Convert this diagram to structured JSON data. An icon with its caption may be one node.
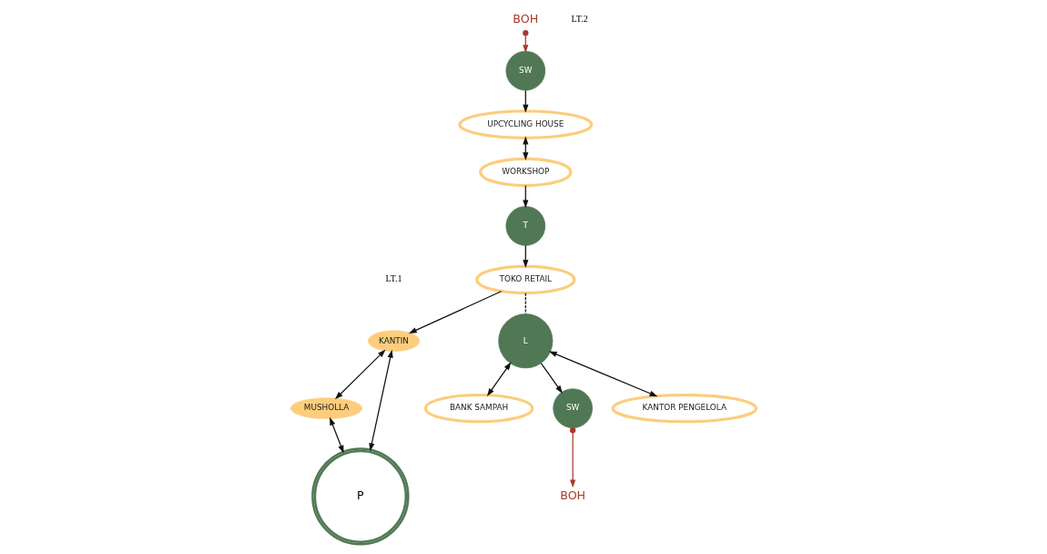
{
  "diagram": {
    "nodes": [
      {
        "text": [
          "KANTIN"
        ]
      },
      {
        "text": [
          "TOKO RETAIL"
        ]
      },
      {
        "text": [
          "L"
        ]
      },
      {
        "text": [
          "MUSHOLLA"
        ]
      },
      {
        "text": [
          "T"
        ]
      },
      {
        "text": [
          "BANK SAMPAH"
        ]
      },
      {
        "text": [
          "P"
        ]
      },
      {
        "text": [
          "SW"
        ]
      },
      {
        "text": [
          "BOH"
        ]
      },
      {
        "text": [
          "WORKSHOP"
        ]
      },
      {
        "text": [
          "KANTOR PENGELOLA"
        ]
      },
      {
        "text": [
          "SW"
        ]
      },
      {
        "text": [
          "UPCYCLING HOUSE"
        ]
      },
      {
        "text": [
          "BOH"
        ]
      }
    ],
    "edges": [
      {
        "from": 1,
        "to": 0,
        "arrow": "to"
      },
      {
        "from": 0,
        "to": 3,
        "arrow": "both"
      },
      {
        "from": 0,
        "to": 6,
        "arrow": "both"
      },
      {
        "from": 3,
        "to": 6,
        "arrow": "both"
      },
      {
        "from": 1,
        "to": 2,
        "arrow": "none",
        "style": "dashed"
      },
      {
        "from": 4,
        "to": 1,
        "arrow": "to"
      },
      {
        "from": 9,
        "to": 4,
        "arrow": "to"
      },
      {
        "from": 2,
        "to": 7,
        "arrow": "to"
      },
      {
        "from": 2,
        "to": 5,
        "arrow": "both"
      },
      {
        "from": 2,
        "to": 10,
        "arrow": "both"
      },
      {
        "from": 7,
        "to": 8,
        "arrow": "to",
        "color": "#a8392b"
      },
      {
        "from": 13,
        "to": 11,
        "arrow": "to",
        "color": "#a8392b"
      },
      {
        "from": 11,
        "to": 12,
        "arrow": "to"
      },
      {
        "from": 12,
        "to": 9,
        "arrow": "both"
      }
    ],
    "labels": [
      "LT.1",
      "LT.2"
    ]
  }
}
